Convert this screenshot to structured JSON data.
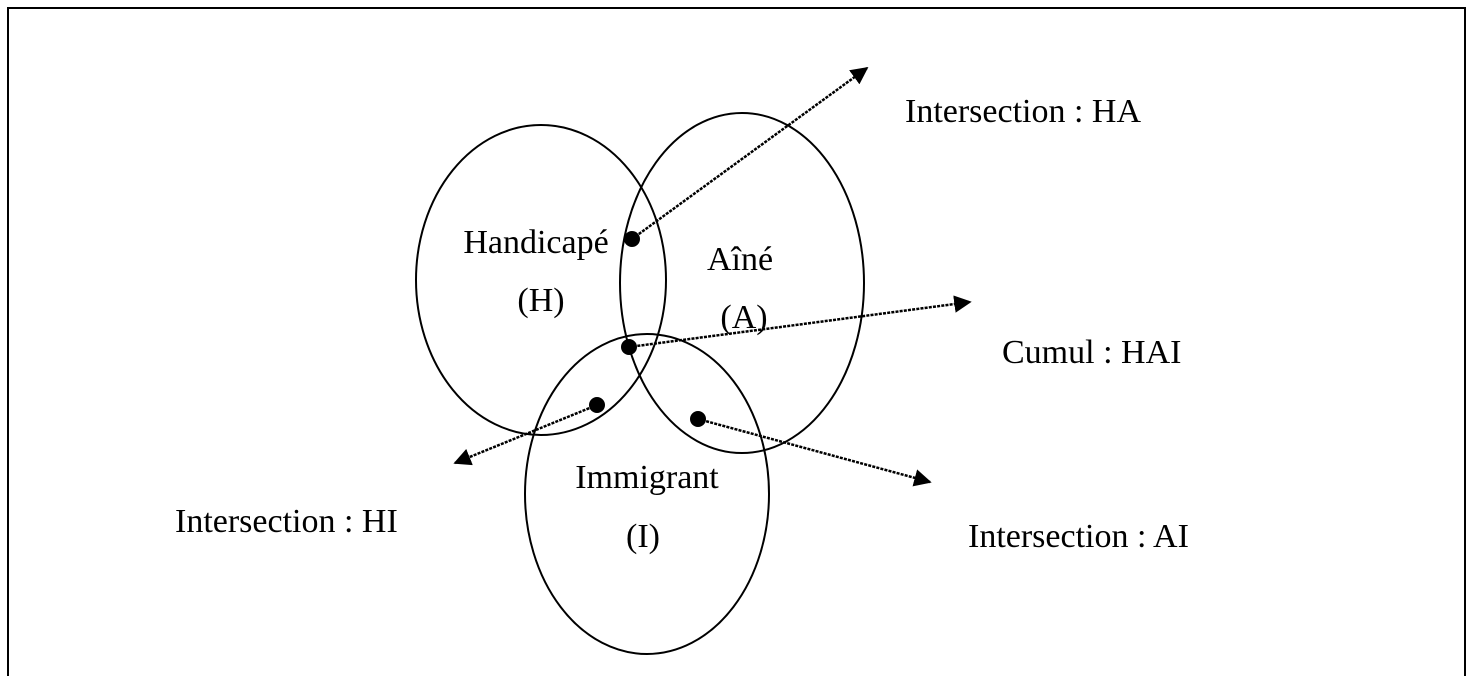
{
  "sets": {
    "h": {
      "name": "Handicapé",
      "code": "(H)"
    },
    "a": {
      "name": "Aîné",
      "code": "(A)"
    },
    "i": {
      "name": "Immigrant",
      "code": "(I)"
    }
  },
  "callouts": {
    "ha": "Intersection : HA",
    "hai": "Cumul : HAI",
    "hi": "Intersection : HI",
    "ai": "Intersection : AI"
  },
  "colors": {
    "ink": "#000000",
    "background": "#ffffff"
  }
}
